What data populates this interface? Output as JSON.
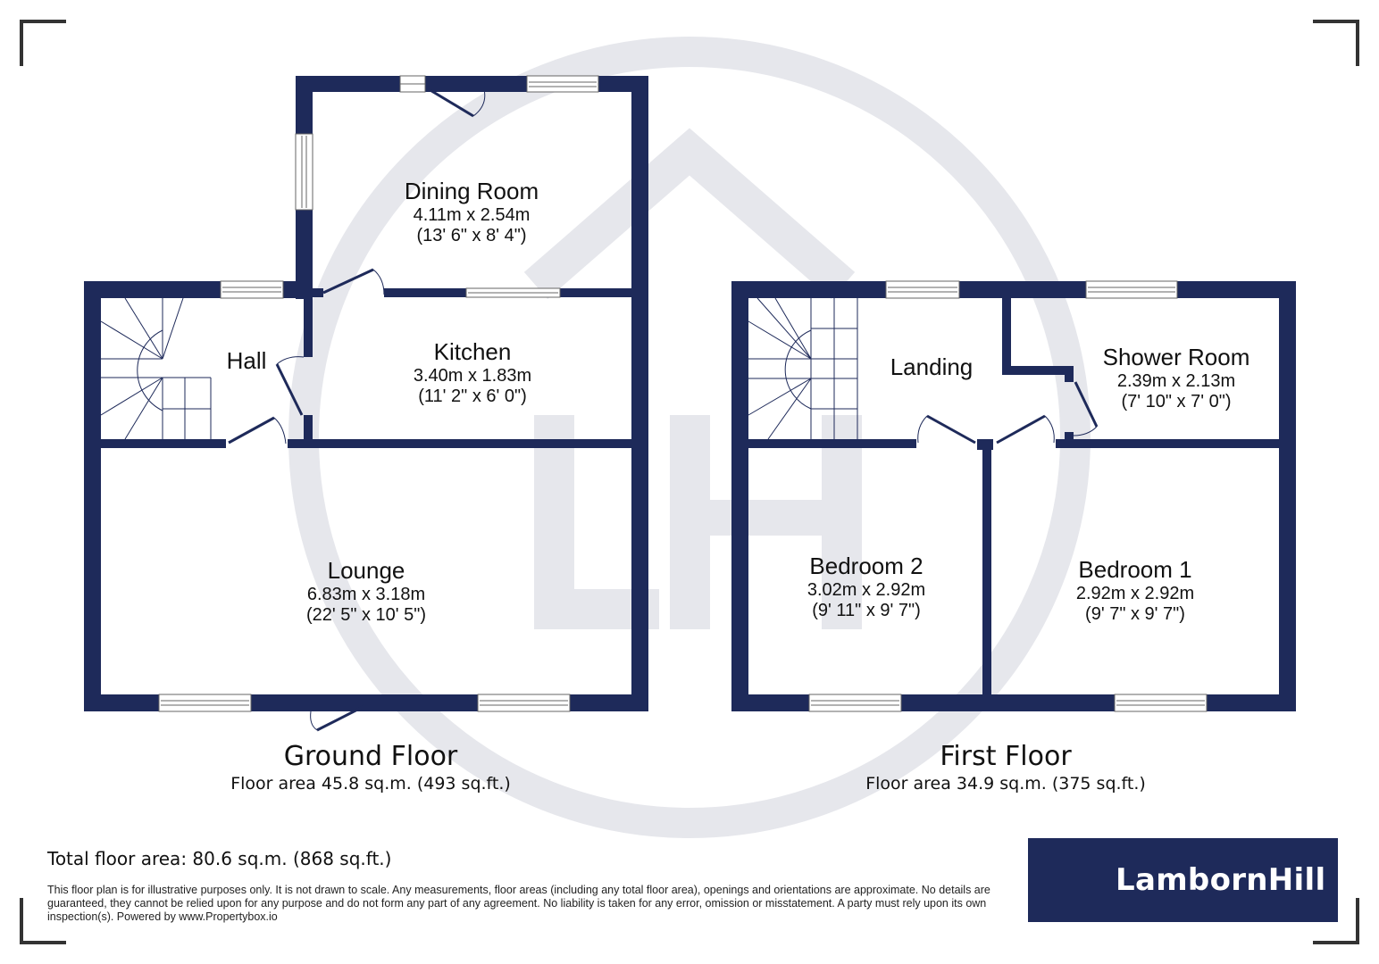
{
  "colors": {
    "wall": "#1e2a5a",
    "watermark": "#e6e7ec",
    "brand_bg": "#1e2a5a",
    "corner_marks": "#333333"
  },
  "ground_floor": {
    "title": "Ground Floor",
    "area": "Floor area 45.8 sq.m. (493 sq.ft.)",
    "rooms": [
      {
        "name": "Dining Room",
        "metric": "4.11m x 2.54m",
        "imperial": "(13' 6\" x 8' 4\")"
      },
      {
        "name": "Hall",
        "metric": "",
        "imperial": ""
      },
      {
        "name": "Kitchen",
        "metric": "3.40m x 1.83m",
        "imperial": "(11' 2\" x 6' 0\")"
      },
      {
        "name": "Lounge",
        "metric": "6.83m x 3.18m",
        "imperial": "(22' 5\" x 10' 5\")"
      }
    ]
  },
  "first_floor": {
    "title": "First Floor",
    "area": "Floor area 34.9 sq.m. (375 sq.ft.)",
    "rooms": [
      {
        "name": "Landing",
        "metric": "",
        "imperial": ""
      },
      {
        "name": "Shower Room",
        "metric": "2.39m x 2.13m",
        "imperial": "(7' 10\" x 7' 0\")"
      },
      {
        "name": "Bedroom 2",
        "metric": "3.02m x 2.92m",
        "imperial": "(9' 11\" x 9' 7\")"
      },
      {
        "name": "Bedroom 1",
        "metric": "2.92m x 2.92m",
        "imperial": "(9' 7\" x 9' 7\")"
      }
    ]
  },
  "footer": {
    "total": "Total floor area: 80.6 sq.m. (868 sq.ft.)",
    "disclaimer": "This floor plan is for illustrative purposes only. It is not drawn to scale. Any measurements, floor areas (including any total floor area), openings and orientations are approximate. No details are guaranteed, they cannot be relied upon for any purpose and do not form any part of any agreement. No liability is taken for any error, omission or misstatement. A party must rely upon its own inspection(s). Powered by www.Propertybox.io"
  },
  "brand": {
    "name": "LambornHill",
    "monogram": "LH",
    "icon": "house-circle-icon"
  }
}
